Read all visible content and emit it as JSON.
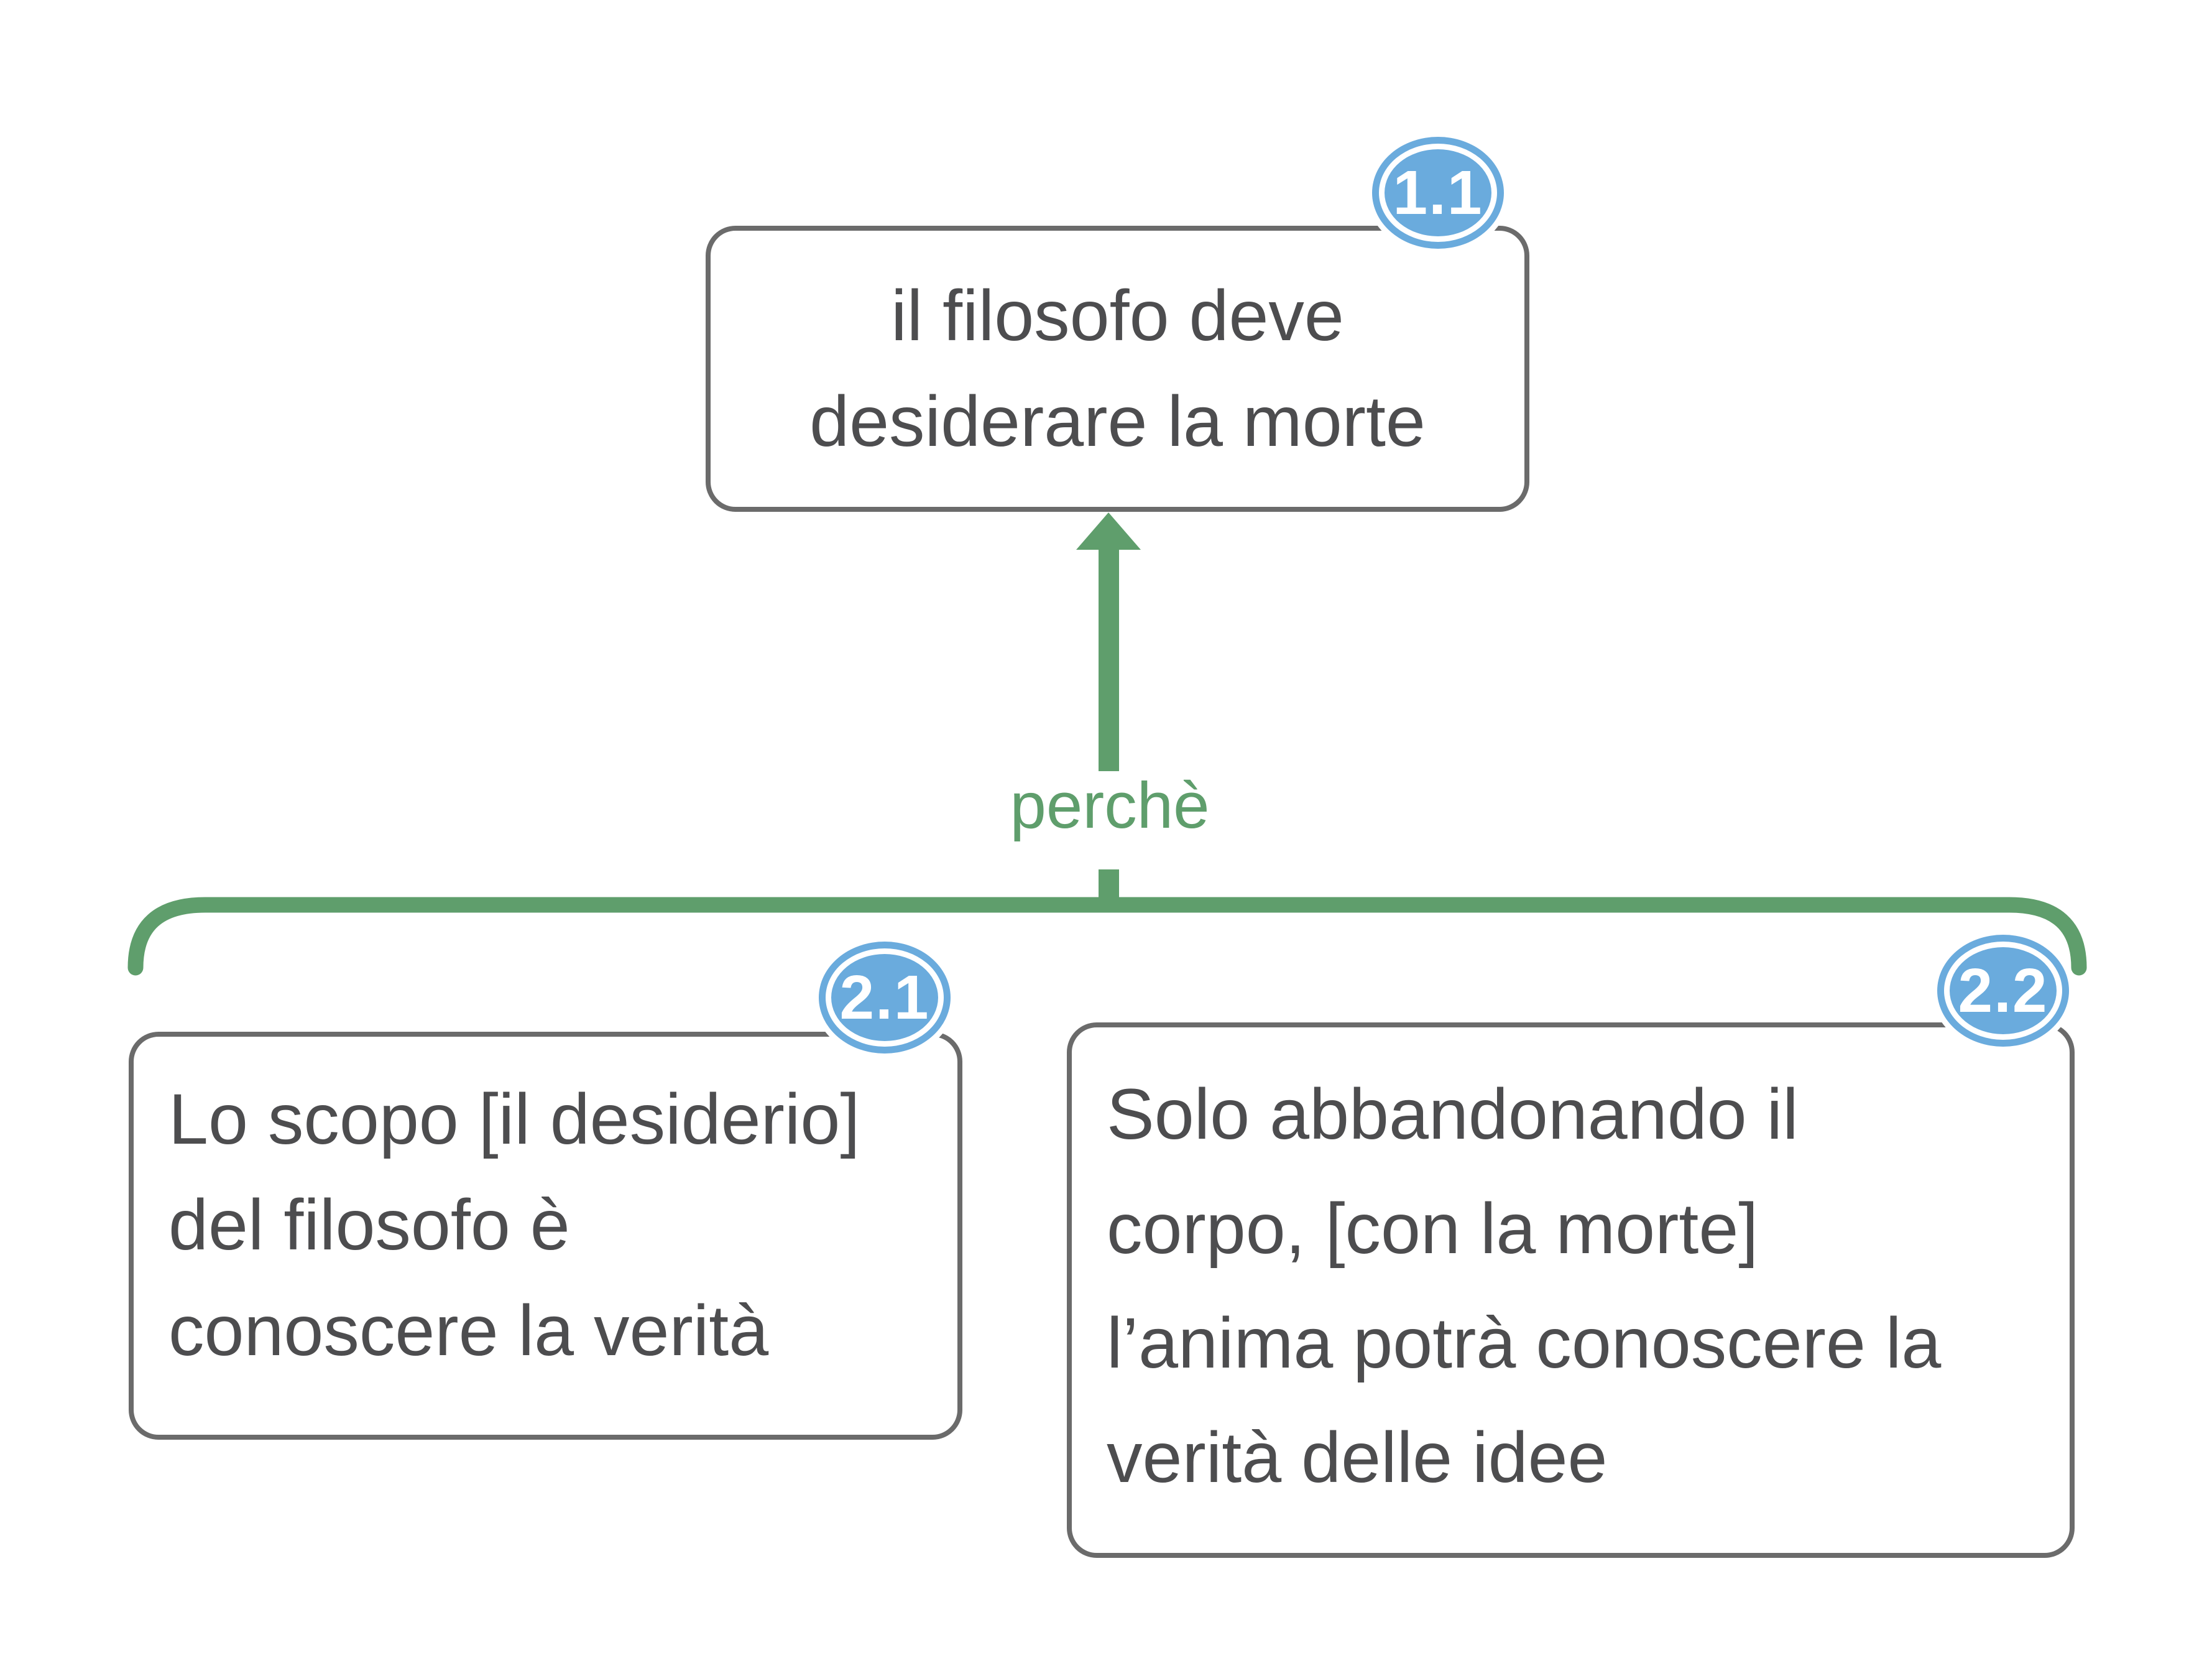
{
  "map": {
    "claim": {
      "badge": "1.1",
      "lines": [
        "il filosofo deve",
        "desiderare la morte"
      ]
    },
    "relation": {
      "label": "perchè"
    },
    "reason1": {
      "badge": "2.1",
      "lines": [
        "Lo scopo [il desiderio]",
        "del filosofo è",
        "conoscere la verità"
      ]
    },
    "reason2": {
      "badge": "2.2",
      "lines": [
        "Solo abbandonando il",
        "corpo, [con la morte]",
        "l’anima potrà conoscere la",
        "verità delle idee"
      ]
    },
    "colors": {
      "connector_green": "#5f9e6c",
      "badge_blue": "#6aabdd",
      "box_border_gray": "#6b6b6b",
      "text_gray": "#4d4d4f",
      "background": "#ffffff"
    }
  }
}
